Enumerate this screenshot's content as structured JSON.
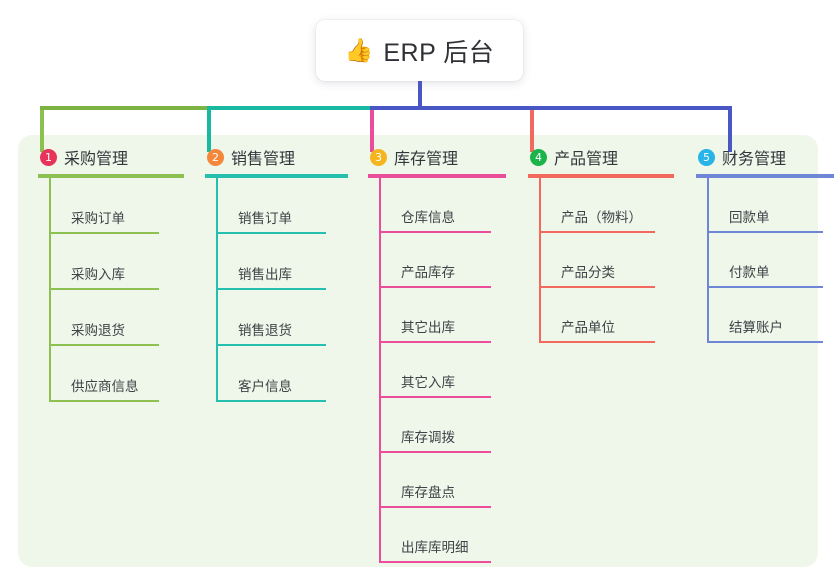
{
  "root": {
    "icon": "thumbs-up-icon",
    "icon_glyph": "👍",
    "title": "ERP 后台"
  },
  "theme": {
    "page_background": "#ffffff",
    "panel_background": "#eff7ea",
    "root_stem_color": "#4a56c4",
    "trunk_segment_1_color": "#7cb342",
    "trunk_segment_2_color": "#17b9a0",
    "trunk_segment_3_color": "#4a56c4",
    "text_color": "#3f4247"
  },
  "columns": [
    {
      "number": "1",
      "title": "采购管理",
      "badge_color": "#e8345a",
      "line_color": "#8cc152",
      "drop_color": "#8cc152",
      "leaves": [
        "采购订单",
        "采购入库",
        "采购退货",
        "供应商信息"
      ]
    },
    {
      "number": "2",
      "title": "销售管理",
      "badge_color": "#f5873a",
      "line_color": "#24c0ad",
      "drop_color": "#17b9a0",
      "leaves": [
        "销售订单",
        "销售出库",
        "销售退货",
        "客户信息"
      ]
    },
    {
      "number": "3",
      "title": "库存管理",
      "badge_color": "#f5b51e",
      "line_color": "#ec4d9b",
      "drop_color": "#ec4d9b",
      "leaves": [
        "仓库信息",
        "产品库存",
        "其它出库",
        "其它入库",
        "库存调拨",
        "库存盘点",
        "出库库明细"
      ]
    },
    {
      "number": "4",
      "title": "产品管理",
      "badge_color": "#1bb44a",
      "line_color": "#f4695e",
      "drop_color": "#f4695e",
      "leaves": [
        "产品（物料）",
        "产品分类",
        "产品单位"
      ]
    },
    {
      "number": "5",
      "title": "财务管理",
      "badge_color": "#27b4e8",
      "line_color": "#6f86d6",
      "drop_color": "#4a56c4",
      "leaves": [
        "回款单",
        "付款单",
        "结算账户"
      ]
    }
  ]
}
